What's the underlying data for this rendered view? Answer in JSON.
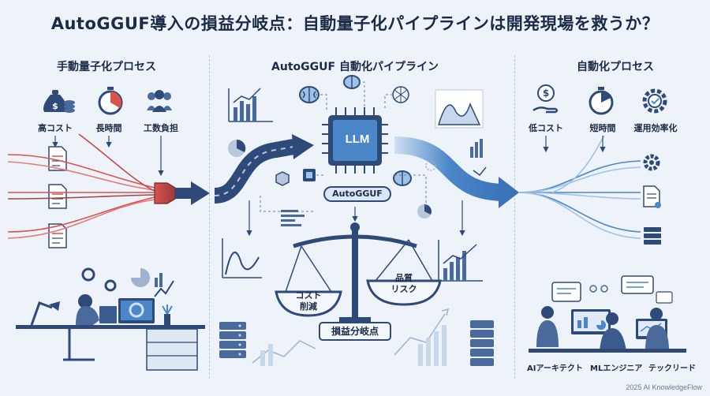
{
  "title": "AutoGGUF導入の損益分岐点：自動量子化パイプラインは開発現場を救うか？",
  "sections": {
    "manual": {
      "title": "手動量子化プロセス",
      "items": [
        {
          "label": "高コスト",
          "icon": "money-bag-icon"
        },
        {
          "label": "長時間",
          "icon": "stopwatch-icon"
        },
        {
          "label": "工数負担",
          "icon": "people-icon"
        }
      ]
    },
    "pipeline": {
      "title": "AutoGGUF 自動化パイプライン",
      "chip_label": "LLM",
      "pill_label": "AutoGGUF",
      "scale": {
        "left_pan": [
          "コスト",
          "削減"
        ],
        "right_pan": [
          "品質",
          "リスク"
        ],
        "base_label": "損益分岐点"
      }
    },
    "automated": {
      "title": "自動化プロセス",
      "items": [
        {
          "label": "低コスト",
          "icon": "coin-hand-icon"
        },
        {
          "label": "短時間",
          "icon": "stopwatch-icon"
        },
        {
          "label": "運用効率化",
          "icon": "gear-check-icon"
        }
      ],
      "roles": [
        "AIアーキテクト",
        "MLエンジニア",
        "テックリード"
      ]
    }
  },
  "colors": {
    "navy": "#2e4a78",
    "red": "#d9534f",
    "blue": "#4a86c8",
    "light_blue": "#9fc2e8"
  },
  "credit": "2025 AI KnowledgeFlow"
}
